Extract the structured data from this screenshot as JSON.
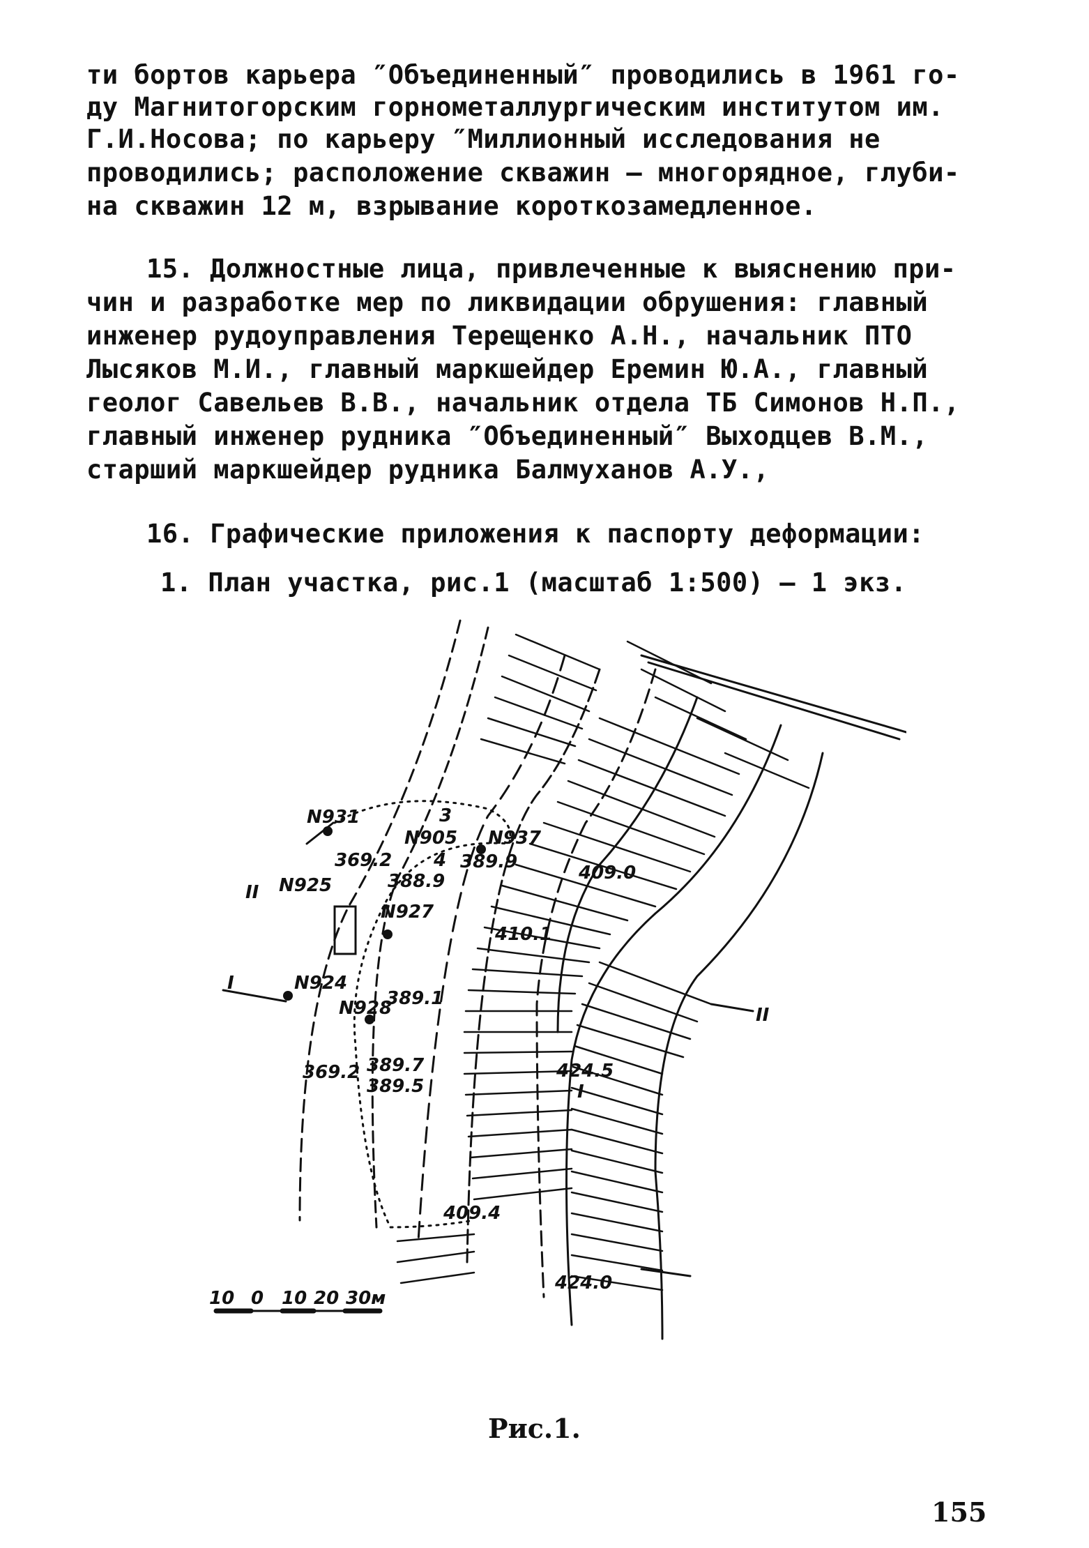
{
  "paragraph_14_cont": [
    "ти бортов карьера ″Объединенный″ проводились в 1961 го-",
    "ду Магнитогорским горнометаллургическим институтом им.",
    "Г.И.Носова; по карьеру ″Миллионный  исследования не",
    "проводились; расположение скважин – многорядное, глуби-",
    "на скважин 12 м, взрывание короткозамедленное."
  ],
  "paragraph_15": [
    "15. Должностные лица, привлеченные к выяснению при-",
    "чин и разработке мер по ликвидации обрушения:  главный",
    "инженер рудоуправления Терещенко А.Н., начальник ПТО",
    "Лысяков М.И., главный маркшейдер Еремин Ю.А., главный",
    "геолог Савельев В.В., начальник отдела ТБ Симонов Н.П.,",
    "главный инженер рудника ″Объединенный″ Выходцев В.М.,",
    "старший маркшейдер рудника Балмуханов А.У.,"
  ],
  "paragraph_16": "16. Графические приложения к паспорту деформации:",
  "item_1": "1. План участка, рис.1 (масштаб 1:500) – 1 экз.",
  "figure": {
    "labels": {
      "n931": "N931",
      "n905": "N905",
      "n937": "N937",
      "n925": "N925",
      "n927": "N927",
      "n924": "N924",
      "n928": "N928",
      "e3692a": "369.2",
      "e3888": "388.9",
      "e3899": "389.9",
      "e4090": "409.0",
      "e4101": "410.1",
      "e3891": "389.1",
      "e3897": "389.7",
      "e3895": "389.5",
      "e3692b": "369.2",
      "e4245": "424.5",
      "e4094": "409.4",
      "e4240": "424.0",
      "sec_ii_left": "II",
      "sec_ii_right": "II",
      "sec_i_left": "I",
      "sec_i_right": "I",
      "n3": "3",
      "n4": "4"
    },
    "scale_bar": {
      "ticks": [
        "10",
        "0",
        "10",
        "20",
        "30м"
      ]
    },
    "caption": "Рис.1."
  },
  "page_number": "155"
}
